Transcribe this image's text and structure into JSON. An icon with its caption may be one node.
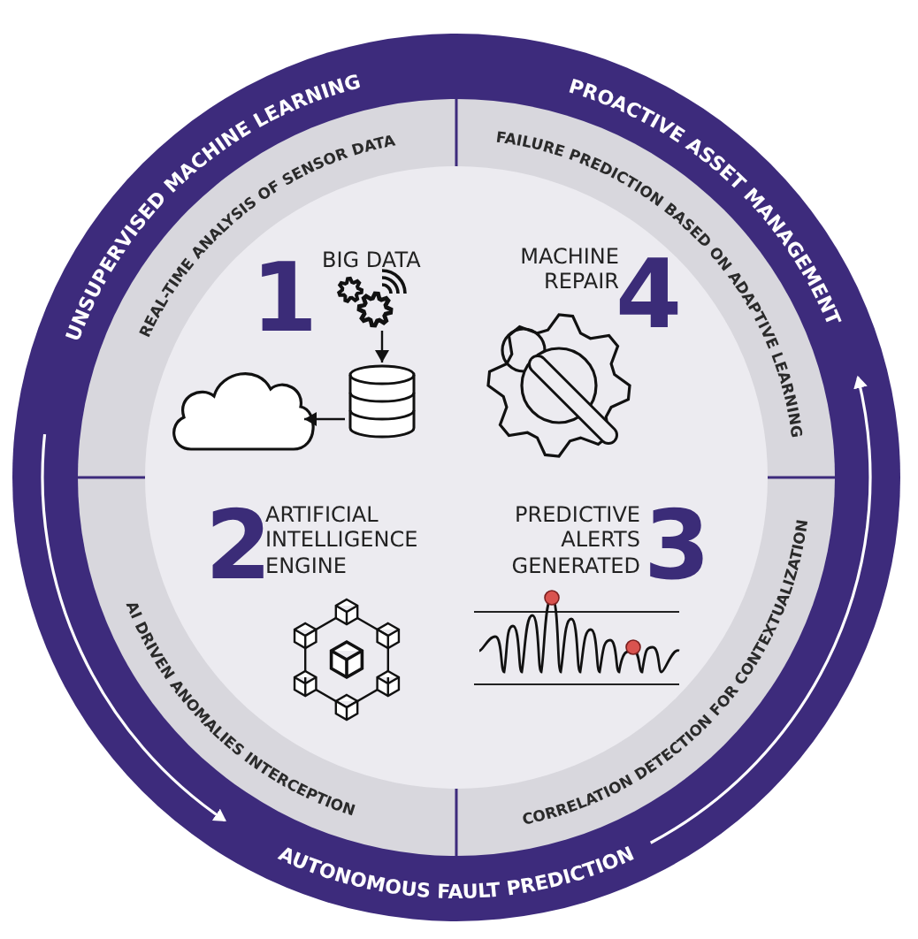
{
  "diagram": {
    "nodes": [
      {
        "text": [
          "1",
          "BIG DATA"
        ]
      },
      {
        "text": [],
        "shape": "gear",
        "in": 0
      },
      {
        "text": [],
        "shape": "cylinder",
        "in": 0
      },
      {
        "text": [],
        "shape": "cloud",
        "in": 0
      },
      {
        "text": [
          "MACHINE REPAIR",
          "4"
        ]
      },
      {
        "text": [
          "2",
          "ARTIFICIAL INTELLIGENCE ENGINE"
        ]
      },
      {
        "text": [
          "PREDICTIVE ALERTS GENERATED",
          "3"
        ]
      }
    ],
    "edges": [
      {
        "from": 1,
        "to": 2,
        "arrow": "to"
      },
      {
        "from": 2,
        "to": 3,
        "arrow": "to"
      }
    ],
    "labels": [
      "UNSUPERVISED MACHINE LEARNING",
      "PROACTIVE ASSET MANAGEMENT",
      "REAL-TIME ANALYSIS OF SENSOR DATA",
      "FAILURE PREDICTION BASED ON ADAPTIVE LEARNING",
      "AI DRIVEN ANOMALIES INTERCEPTION",
      "CORRELATION DETECTION FOR CONTEXTUALIZATION",
      "AUTONOMOUS FAULT PREDICTION"
    ]
  }
}
